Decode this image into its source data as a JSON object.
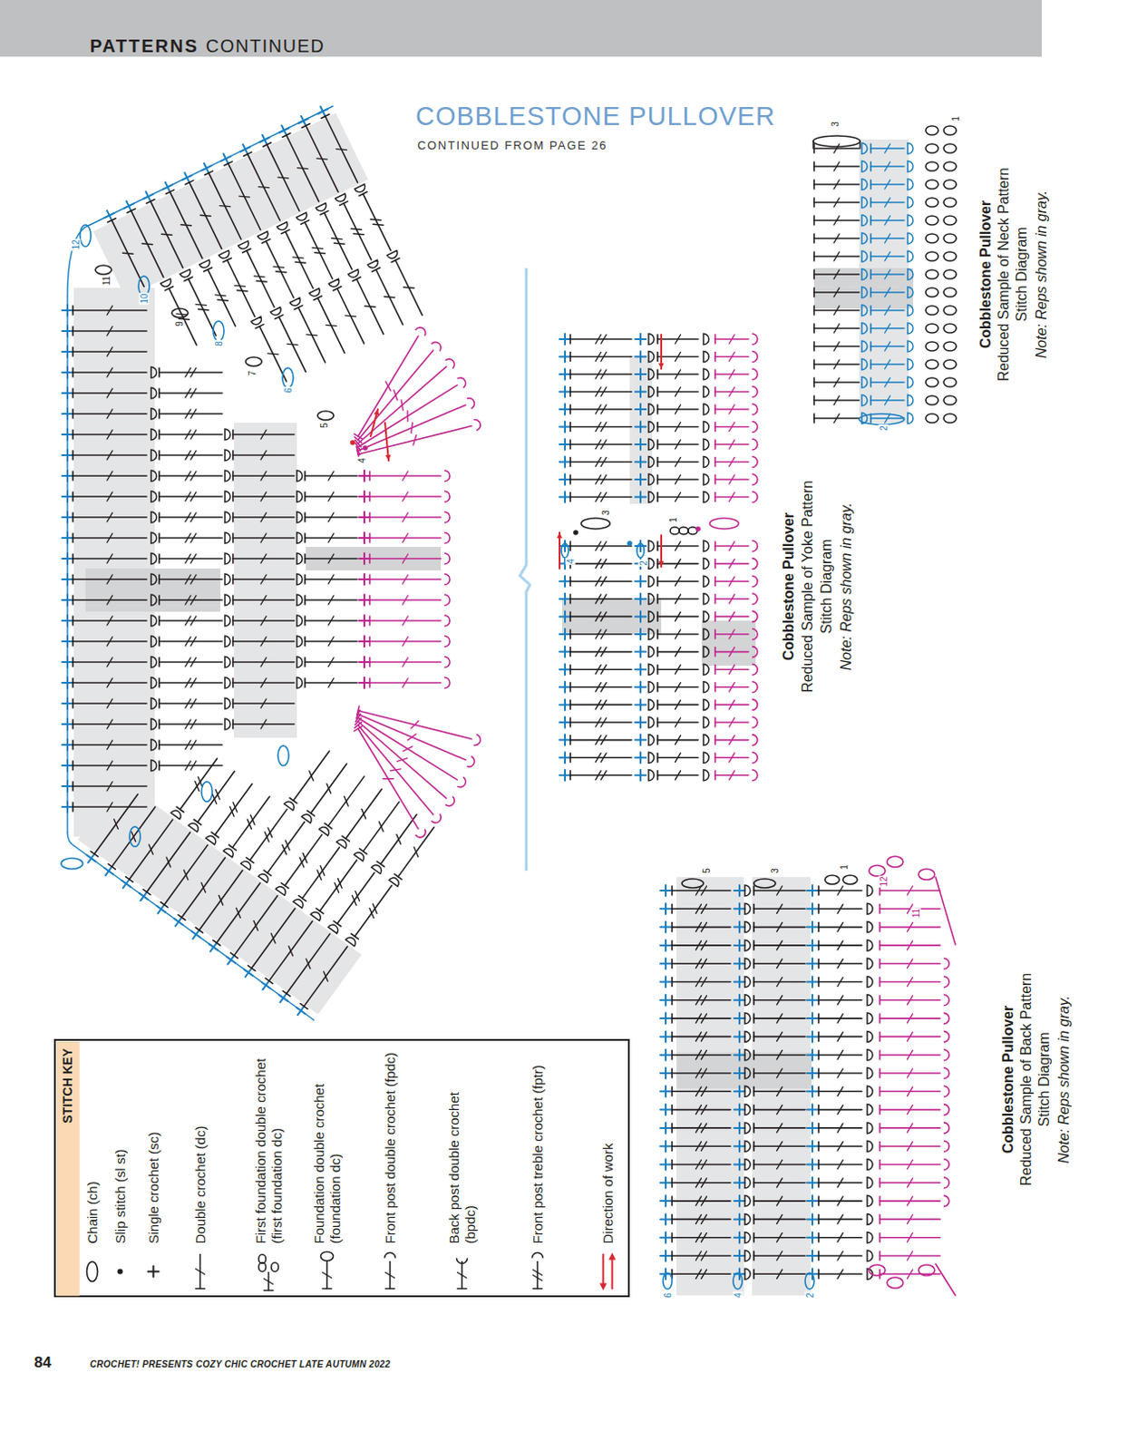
{
  "diagram": {
    "title": "COBBLESTONE PULLOVER",
    "nodes": [
      {
        "text": [
          "PATTERNS",
          "CONTINUED"
        ]
      },
      {
        "text": [
          "STITCH KEY"
        ]
      }
    ],
    "labels": [
      "CONTINUED FROM PAGE 26",
      "12",
      "11",
      "10",
      "9",
      "8",
      "7",
      "6",
      "5",
      "4",
      "3",
      "1",
      "2",
      "Cobblestone Pullover",
      "Reduced Sample of Neck Pattern",
      "Stitch Diagram",
      "Note: Reps shown in gray.",
      "3",
      "1",
      "4",
      "2",
      "Cobblestone Pullover",
      "Reduced Sample of Yoke Pattern",
      "Stitch Diagram",
      "Note: Reps shown in gray.",
      "5",
      "3",
      "1",
      "12",
      "11",
      "6",
      "4",
      "2",
      "Cobblestone Pullover",
      "Reduced Sample of Back Pattern",
      "Stitch Diagram",
      "Note: Reps shown in gray.",
      "84",
      "CROCHET! PRESENTS COZY CHIC CROCHET LATE AUTUMN 2022"
    ],
    "legend": [
      {
        "text": "Chain (ch)"
      },
      {
        "text": "Slip stitch (sl st)"
      },
      {
        "text": "Single crochet (sc)"
      },
      {
        "text": "Double crochet (dc)"
      },
      {
        "text": "First foundation double crochet (first foundation dc)"
      },
      {
        "text": "Foundation double crochet (foundation dc)"
      },
      {
        "text": "Front post double crochet (fpdc)"
      },
      {
        "text": "Back post double crochet (bpdc)"
      },
      {
        "text": "Front post treble crochet (fptr)"
      },
      {
        "text": "Direction of work"
      }
    ]
  }
}
